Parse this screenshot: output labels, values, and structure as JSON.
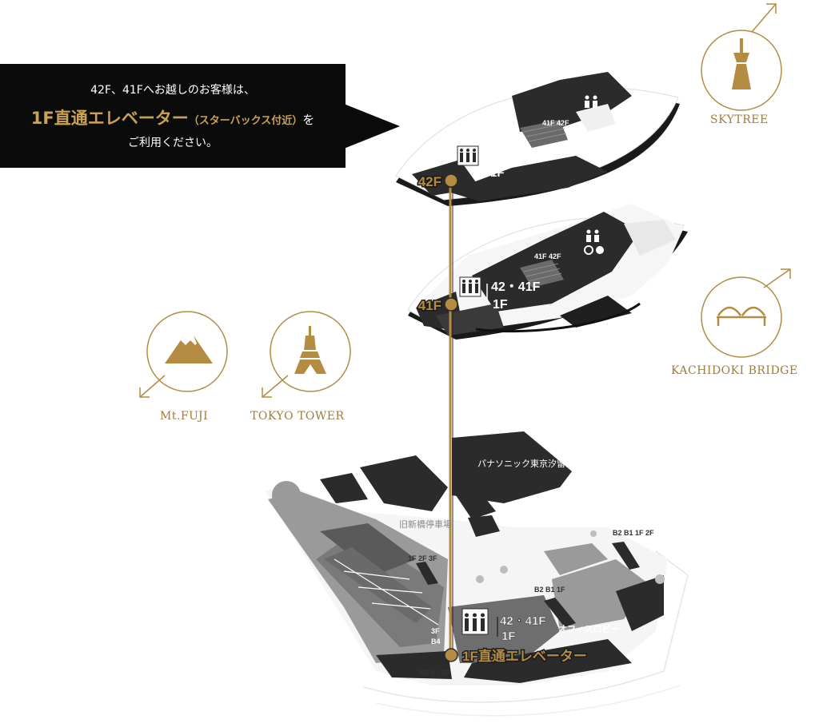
{
  "callout": {
    "line1": "42F、41Fへお越しのお客様は、",
    "line2_main": "1F直通エレベーター",
    "line2_paren": "（スターバックス付近）",
    "line2_tail": "を",
    "line3": "ご利用ください。"
  },
  "landmarks": {
    "skytree": "SKYTREE",
    "kachidoki": "KACHIDOKI BRIDGE",
    "fuji": "Mt.FUJI",
    "tokyo_tower": "TOKYO TOWER"
  },
  "floors": {
    "f42": "42F",
    "f41": "41F",
    "f1": "1F直通エレベーター"
  },
  "elevator_labels": {
    "upper": "42・41F",
    "lower": "1F",
    "upper_1f": "42・41F",
    "lower_1f": "1F"
  },
  "stair_labels": {
    "f42": "41F 42F",
    "f41": "41F 42F"
  },
  "ground_labels": {
    "panasonic": "パナソニック東京汐留ビル",
    "kyushinbashi": "旧新橋停車場",
    "office_lobby": "オフィスロビー",
    "b2_b1_1f_2f": "B2 B1 1F 2F",
    "f1_2f_3f": "1F 2F 3F",
    "b2_b1_1f_mid": "B2 B1 1F",
    "b2_b1_1f_bottom": "B2 B1 1F",
    "f3": "3F",
    "b4": "B4"
  },
  "colors": {
    "gold": "#b38c42",
    "gold_text": "#a07c3c",
    "dark": "#2b2b2b",
    "mid": "#6e6e6e",
    "light": "#bdbdbd",
    "callout_bg": "#0b0b0b"
  }
}
